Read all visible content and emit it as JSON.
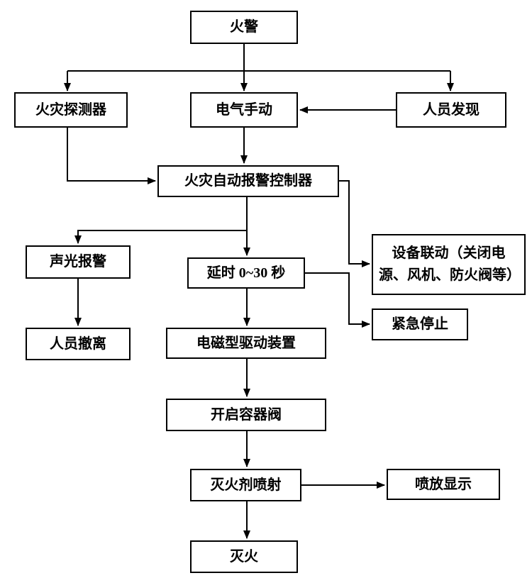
{
  "colors": {
    "line": "#000000",
    "box_border": "#000000",
    "background": "#ffffff",
    "text": "#000000"
  },
  "diagram": {
    "type": "flowchart",
    "language": "zh",
    "nodes": {
      "fire_alarm": "火警",
      "fire_detector": "火灾探测器",
      "electric_manual": "电气手动",
      "personnel_discovery": "人员发现",
      "auto_alarm_controller": "火灾自动报警控制器",
      "sound_light_alarm": "声光报警",
      "delay": "延时 0~30 秒",
      "equipment_linkage": "设备联动（关闭电源、风机、防火阀等）",
      "emergency_stop": "紧急停止",
      "personnel_evacuation": "人员撤离",
      "electromagnetic_drive": "电磁型驱动装置",
      "open_container_valve": "开启容器阀",
      "agent_spray": "灭火剂喷射",
      "spray_display": "喷放显示",
      "extinguish": "灭火"
    },
    "edges": [
      {
        "from": "fire_alarm",
        "to": "fire_detector"
      },
      {
        "from": "fire_alarm",
        "to": "electric_manual"
      },
      {
        "from": "fire_alarm",
        "to": "personnel_discovery"
      },
      {
        "from": "personnel_discovery",
        "to": "electric_manual"
      },
      {
        "from": "fire_detector",
        "to": "auto_alarm_controller"
      },
      {
        "from": "electric_manual",
        "to": "auto_alarm_controller"
      },
      {
        "from": "auto_alarm_controller",
        "to": "sound_light_alarm"
      },
      {
        "from": "auto_alarm_controller",
        "to": "delay"
      },
      {
        "from": "auto_alarm_controller",
        "to": "equipment_linkage"
      },
      {
        "from": "sound_light_alarm",
        "to": "personnel_evacuation"
      },
      {
        "from": "delay",
        "to": "emergency_stop"
      },
      {
        "from": "delay",
        "to": "electromagnetic_drive"
      },
      {
        "from": "electromagnetic_drive",
        "to": "open_container_valve"
      },
      {
        "from": "open_container_valve",
        "to": "agent_spray"
      },
      {
        "from": "agent_spray",
        "to": "spray_display"
      },
      {
        "from": "agent_spray",
        "to": "extinguish"
      }
    ]
  }
}
